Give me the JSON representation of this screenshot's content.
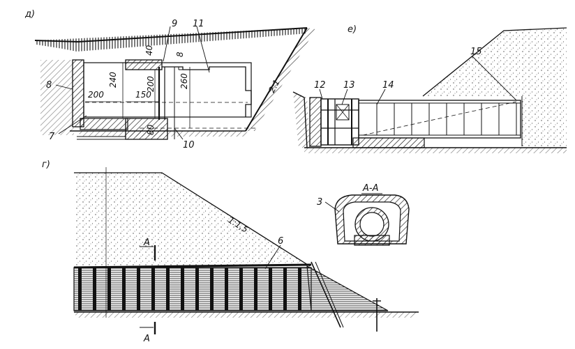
{
  "panels": {
    "d": {
      "letter": "д)",
      "labels": {
        "l7": "7",
        "l8": "8",
        "l9": "9",
        "l10": "10",
        "l11": "11"
      },
      "dims": {
        "d200": "200",
        "d150": "150",
        "d240": "240",
        "d200v": "200",
        "d40": "40",
        "d8": "8",
        "d260": "260",
        "d80": "80",
        "slope": "2:1"
      }
    },
    "e": {
      "letter": "е)",
      "labels": {
        "l12": "12",
        "l13": "13",
        "l14": "14",
        "l15": "15"
      }
    },
    "g": {
      "letter": "г)",
      "labels": {
        "l3": "3",
        "l6": "6"
      },
      "slope": "1:1,5",
      "section_title": "А-А",
      "section_mark_top": "А",
      "section_mark_bottom": "А"
    }
  },
  "colors": {
    "ink": "#111111",
    "paper": "#ffffff"
  }
}
